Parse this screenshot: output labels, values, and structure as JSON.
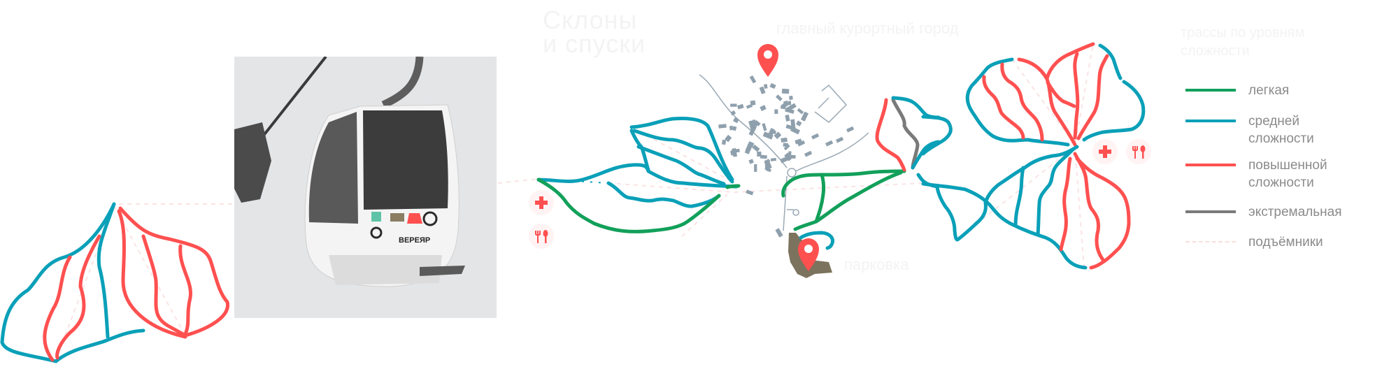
{
  "title": {
    "line1": "Склоны",
    "line2": "и спуски"
  },
  "town_label": "главный курортный город",
  "parking_label": "парковка",
  "legend": {
    "title_line1": "трассы по уровням",
    "title_line2": "сложности",
    "items": [
      {
        "line1": "легкая",
        "line2": "",
        "color": "#12a05a"
      },
      {
        "line1": "средней",
        "line2": "сложности",
        "color": "#0aa0b8"
      },
      {
        "line1": "повышенной",
        "line2": "сложности",
        "color": "#ff5050"
      },
      {
        "line1": "экстремальная",
        "line2": "",
        "color": "#7a7a7a"
      },
      {
        "line1": "подъёмники",
        "line2": "",
        "color": "#fbdede"
      }
    ]
  },
  "photo": {
    "logo_text": "ВЕРЕЯР"
  },
  "icons": {
    "first_aid": "plus-icon",
    "restaurant": "fork-spoon-icon",
    "location": "map-pin-icon"
  },
  "colors": {
    "easy": "#12a05a",
    "medium": "#0aa0b8",
    "hard": "#ff5050",
    "extreme": "#7a7a7a",
    "buildings": "#8fa0ad",
    "parking": "#7b735d",
    "accent": "#ff5050"
  }
}
